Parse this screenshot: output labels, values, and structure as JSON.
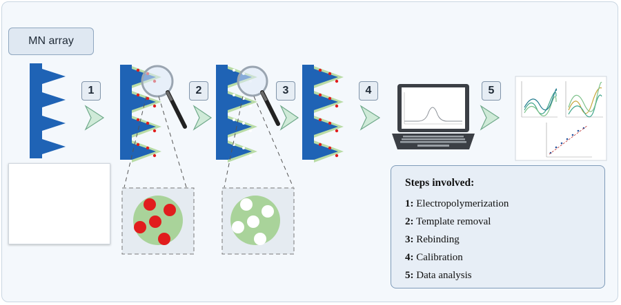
{
  "mn_array_label": "MN array",
  "steps": [
    "1",
    "2",
    "3",
    "4",
    "5"
  ],
  "steps_box": {
    "title": "Steps involved:",
    "items": [
      {
        "num": "1:",
        "text": "Electropolymerization"
      },
      {
        "num": "2:",
        "text": "Template removal"
      },
      {
        "num": "3:",
        "text": "Rebinding"
      },
      {
        "num": "4:",
        "text": "Calibration"
      },
      {
        "num": "5:",
        "text": "Data analysis"
      }
    ]
  },
  "colors": {
    "needle_blue": "#1f63b5",
    "polymer_green": "#b9dca6",
    "template_red": "#e11d1d",
    "arrow_green": "#cfead8",
    "arrow_stroke": "#6fa98a",
    "cavity_white": "#ffffff"
  },
  "icons": [
    "magnifier-icon",
    "laptop-icon",
    "arrow-right-icon"
  ]
}
